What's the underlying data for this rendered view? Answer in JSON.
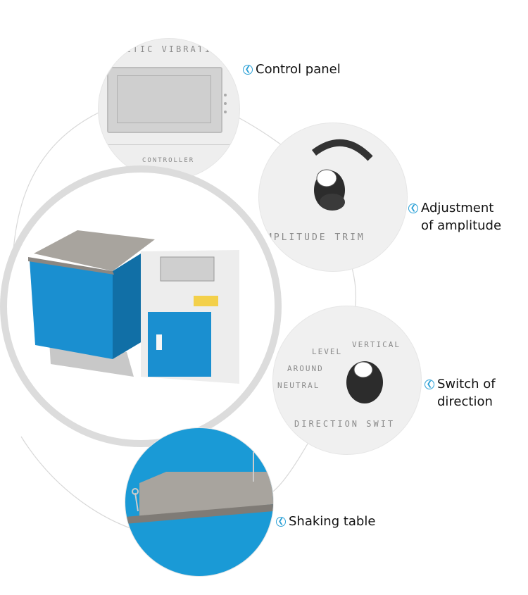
{
  "callouts": {
    "control_panel": {
      "label": "Control panel"
    },
    "amplitude": {
      "line1": "Adjustment",
      "line2": "of amplitude"
    },
    "direction": {
      "line1": "Switch of",
      "line2": "direction"
    },
    "shaking_table": {
      "label": "Shaking table"
    }
  },
  "panel_text": {
    "top": "GNETIC VIBRATI",
    "controller": "CONTROLLER",
    "amplitude_trim": "MPLITUDE TRIM",
    "level": "LEVEL",
    "vertical": "VERTICAL",
    "around": "AROUND",
    "neutral": "NEUTRAL",
    "direction_switch": "DIRECTION SWIT"
  },
  "icon": "arrow-left-circle-icon",
  "colors": {
    "accent": "#2aa0d6",
    "cabinet_blue": "#1a8fd0",
    "panel_grey": "#ededed",
    "table_grey": "#a8a49e"
  }
}
